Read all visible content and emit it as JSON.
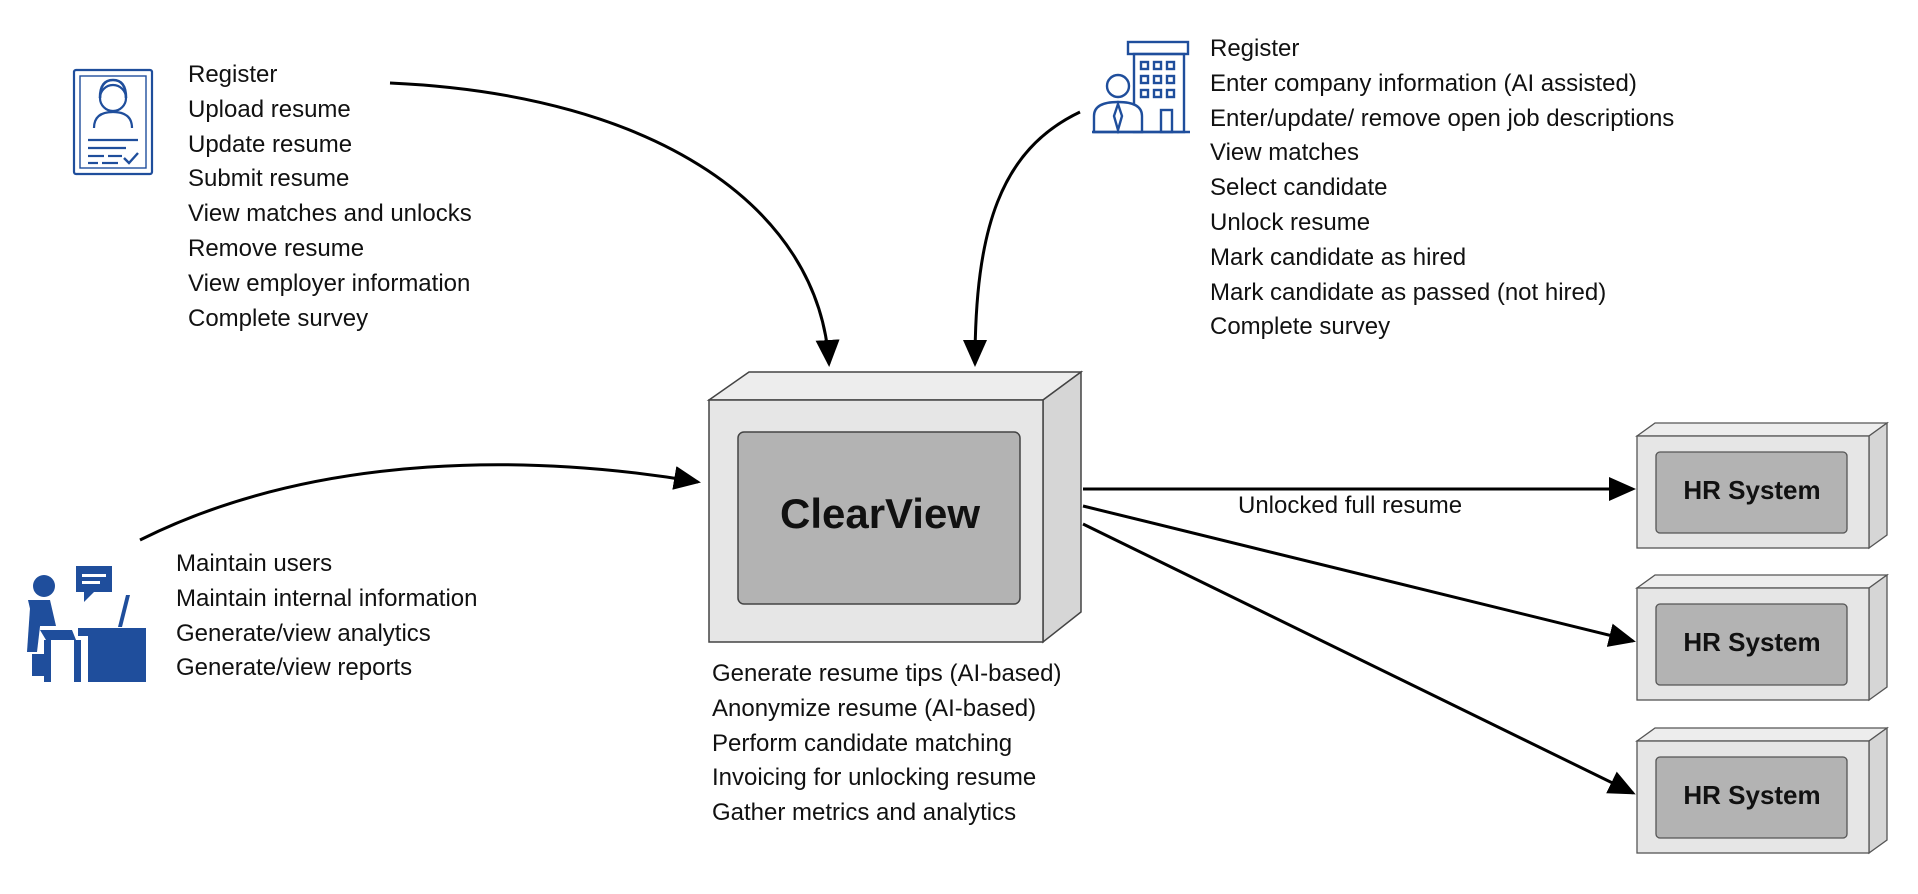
{
  "center": {
    "label": "ClearView"
  },
  "job_seeker": {
    "icon": "job-seeker-resume-icon",
    "actions": [
      "Register",
      "Upload resume",
      "Update resume",
      "Submit resume",
      "View matches and unlocks",
      "Remove resume",
      "View employer information",
      "Complete survey"
    ]
  },
  "employer": {
    "icon": "employer-building-icon",
    "actions": [
      "Register",
      "Enter company information (AI assisted)",
      "Enter/update/ remove open job descriptions",
      "View matches",
      "Select candidate",
      "Unlock resume",
      "Mark candidate as hired",
      "Mark candidate as passed (not hired)",
      "Complete survey"
    ]
  },
  "administrator": {
    "icon": "admin-desk-icon",
    "actions": [
      "Maintain users",
      "Maintain internal information",
      "Generate/view analytics",
      "Generate/view reports"
    ]
  },
  "system_functions": [
    "Generate resume tips (AI-based)",
    "Anonymize resume (AI-based)",
    "Perform candidate matching",
    "Invoicing for unlocking resume",
    "Gather metrics and analytics"
  ],
  "hr_systems": [
    "HR System",
    "HR System",
    "HR System"
  ],
  "edge_label": "Unlocked full resume",
  "colors": {
    "icon_blue": "#1f4e9c",
    "box_light": "#e6e6e6",
    "box_inner": "#b3b3b3",
    "box_side": "#d6d6d6",
    "box_top": "#ededed",
    "arrow": "#000000"
  }
}
